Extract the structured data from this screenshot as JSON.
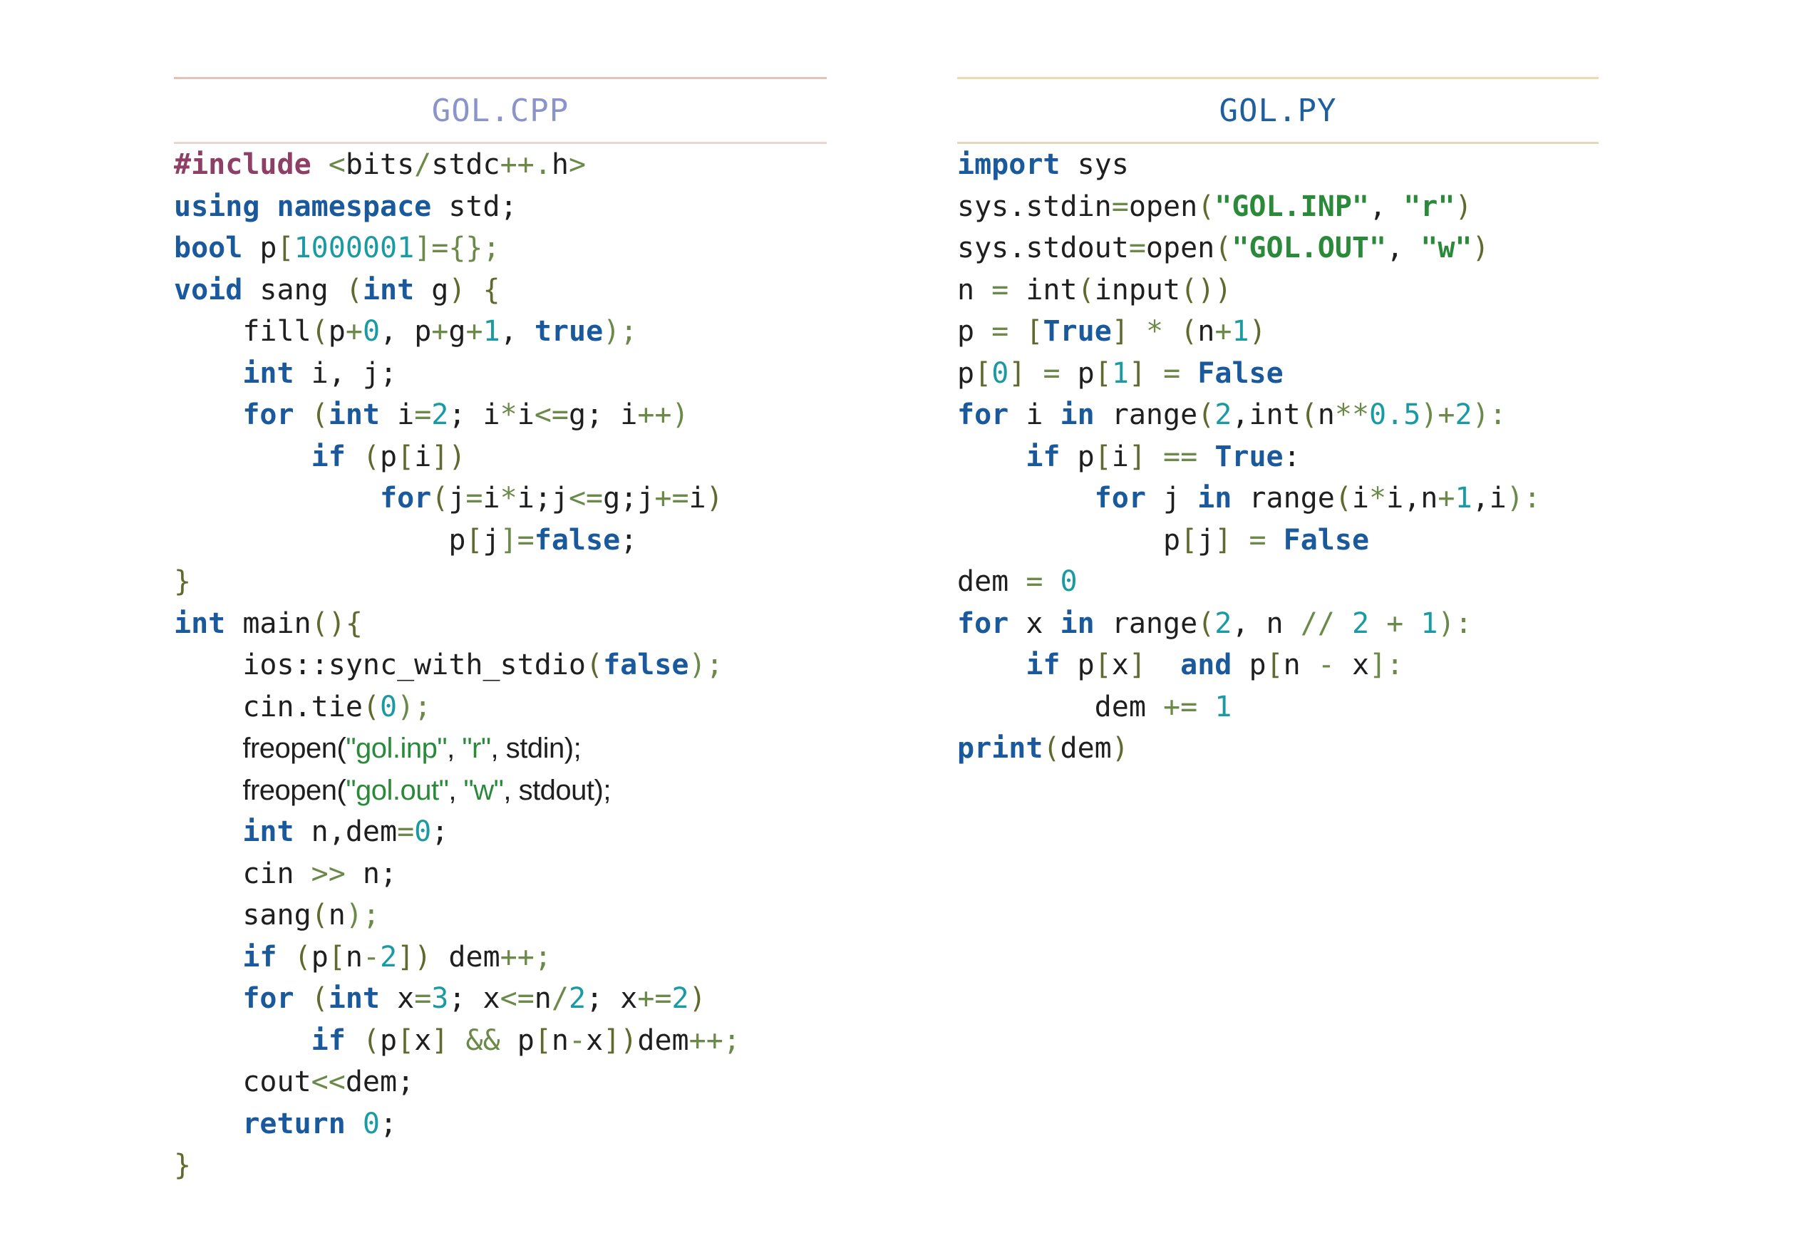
{
  "cpp": {
    "title": "GOL.CPP",
    "lines": [
      "#include <bits/stdc++.h>",
      "using namespace std;",
      "bool p[1000001]={};",
      "void sang (int g) {",
      "    fill(p+0, p+g+1, true);",
      "    int i, j;",
      "    for (int i=2; i*i<=g; i++)",
      "        if (p[i])",
      "            for(j=i*i;j<=g;j+=i)",
      "                p[j]=false;",
      "}",
      "int main(){",
      "    ios::sync_with_stdio(false);",
      "    cin.tie(0);",
      "    freopen(\"gol.inp\", \"r\", stdin);",
      "    freopen(\"gol.out\", \"w\", stdout);",
      "    int n,dem=0;",
      "    cin >> n;",
      "    sang(n);",
      "    if (p[n-2]) dem++;",
      "    for (int x=3; x<=n/2; x+=2)",
      "        if (p[x] && p[n-x])dem++;",
      "    cout<<dem;",
      "    return 0;",
      "}"
    ]
  },
  "py": {
    "title": "GOL.PY",
    "lines": [
      "import sys",
      "sys.stdin=open(\"GOL.INP\", \"r\")",
      "sys.stdout=open(\"GOL.OUT\", \"w\")",
      "n = int(input())",
      "p = [True] * (n+1)",
      "p[0] = p[1] = False",
      "for i in range(2,int(n**0.5)+2):",
      "    if p[i] == True:",
      "        for j in range(i*i,n+1,i):",
      "            p[j] = False",
      "dem = 0",
      "for x in range(2, n // 2 + 1):",
      "    if p[x]  and p[n - x]:",
      "        dem += 1",
      "print(dem)"
    ]
  }
}
